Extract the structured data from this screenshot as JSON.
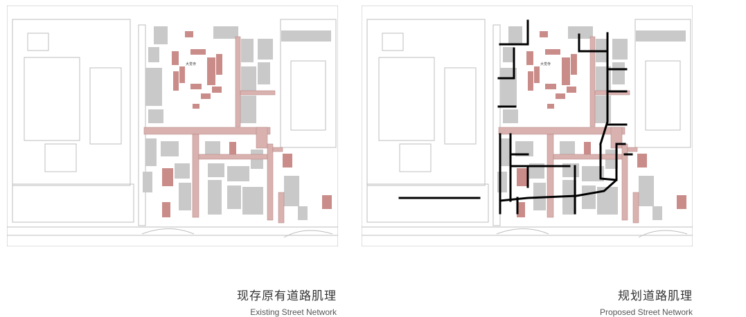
{
  "panels": [
    {
      "id": "existing",
      "title_cn": "现存原有道路肌理",
      "title_en": "Existing Street Network"
    },
    {
      "id": "proposed",
      "title_cn": "规划道路肌理",
      "title_en": "Proposed Street Network"
    }
  ],
  "map_labels": {
    "temple": "大觉寺"
  },
  "colors": {
    "existing_street": "#d9b2b0",
    "existing_street_edge": "#b07f7d",
    "building_block": "#c9c9c9",
    "heritage_building": "#c98c89",
    "proposed_street": "#000000",
    "outline": "#bdbdbd"
  }
}
